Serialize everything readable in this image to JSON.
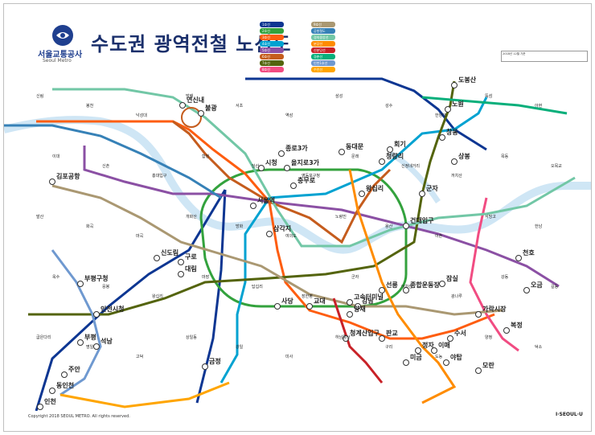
{
  "header": {
    "brand_ko": "서울교통공사",
    "brand_en": "Seoul Metro",
    "title": "수도권 광역전철 노선도",
    "note": "2018년 12월 기준",
    "logo_icon": "seoul-metro-logo-icon"
  },
  "footer": {
    "copyright": "Copyright 2018 SEOUL METRO. All rights reserved.",
    "seoul_brand": "I·SEOUL·U"
  },
  "legend": [
    {
      "label": "1호선",
      "color": "#0d3692"
    },
    {
      "label": "2호선",
      "color": "#33a23d"
    },
    {
      "label": "3호선",
      "color": "#fe5d10"
    },
    {
      "label": "4호선",
      "color": "#00a2d1"
    },
    {
      "label": "5호선",
      "color": "#8b50a4"
    },
    {
      "label": "6호선",
      "color": "#c55c1d"
    },
    {
      "label": "7호선",
      "color": "#54640d"
    },
    {
      "label": "8호선",
      "color": "#f14c82"
    },
    {
      "label": "9호선",
      "color": "#aa9872"
    },
    {
      "label": "공항철도",
      "color": "#3681b7"
    },
    {
      "label": "경의중앙선",
      "color": "#72c7a6"
    },
    {
      "label": "분당선",
      "color": "#ff8c00"
    },
    {
      "label": "신분당선",
      "color": "#c82127"
    },
    {
      "label": "경춘선",
      "color": "#08af7b"
    },
    {
      "label": "인천1호선",
      "color": "#6f99d0"
    },
    {
      "label": "수인선",
      "color": "#ffa500"
    }
  ],
  "stations": {
    "major": [
      "연신내",
      "불광",
      "시청",
      "종로3가",
      "동대문",
      "을지로3가",
      "충무로",
      "서울역",
      "삼각지",
      "고속터미널",
      "사당",
      "교대",
      "종합운동장",
      "잠실",
      "건대입구",
      "왕십리",
      "청량리",
      "신도림",
      "대림",
      "구로",
      "김포공항",
      "부평구청",
      "인천시청",
      "강남",
      "선릉",
      "수서",
      "가락시장",
      "복정",
      "모란",
      "금정",
      "노원",
      "창동",
      "도봉산",
      "회기",
      "상봉",
      "군자",
      "천호",
      "오금",
      "석남",
      "주안",
      "부평",
      "동인천",
      "인천",
      "정자",
      "미금",
      "판교",
      "양재",
      "청계산입구",
      "이매",
      "야탑"
    ],
    "minor": [
      "신림",
      "봉천",
      "낙성대",
      "방배",
      "서초",
      "역삼",
      "삼성",
      "성수",
      "한양대",
      "뚝섬",
      "아현",
      "이대",
      "신촌",
      "홍대입구",
      "합정",
      "당산",
      "영등포구청",
      "문래",
      "신정네거리",
      "까치산",
      "목동",
      "오목교",
      "발산",
      "화곡",
      "마곡",
      "개화산",
      "방화",
      "여의도",
      "노량진",
      "용산",
      "이촌",
      "서빙고",
      "한남",
      "옥수",
      "응봉",
      "왕십리",
      "마장",
      "답십리",
      "장한평",
      "군자",
      "아차산",
      "광나루",
      "강동",
      "길동",
      "굽은다리",
      "명일",
      "고덕",
      "상일동",
      "강일",
      "미사",
      "하남풍산",
      "구리",
      "도농",
      "양정",
      "덕소"
    ]
  }
}
